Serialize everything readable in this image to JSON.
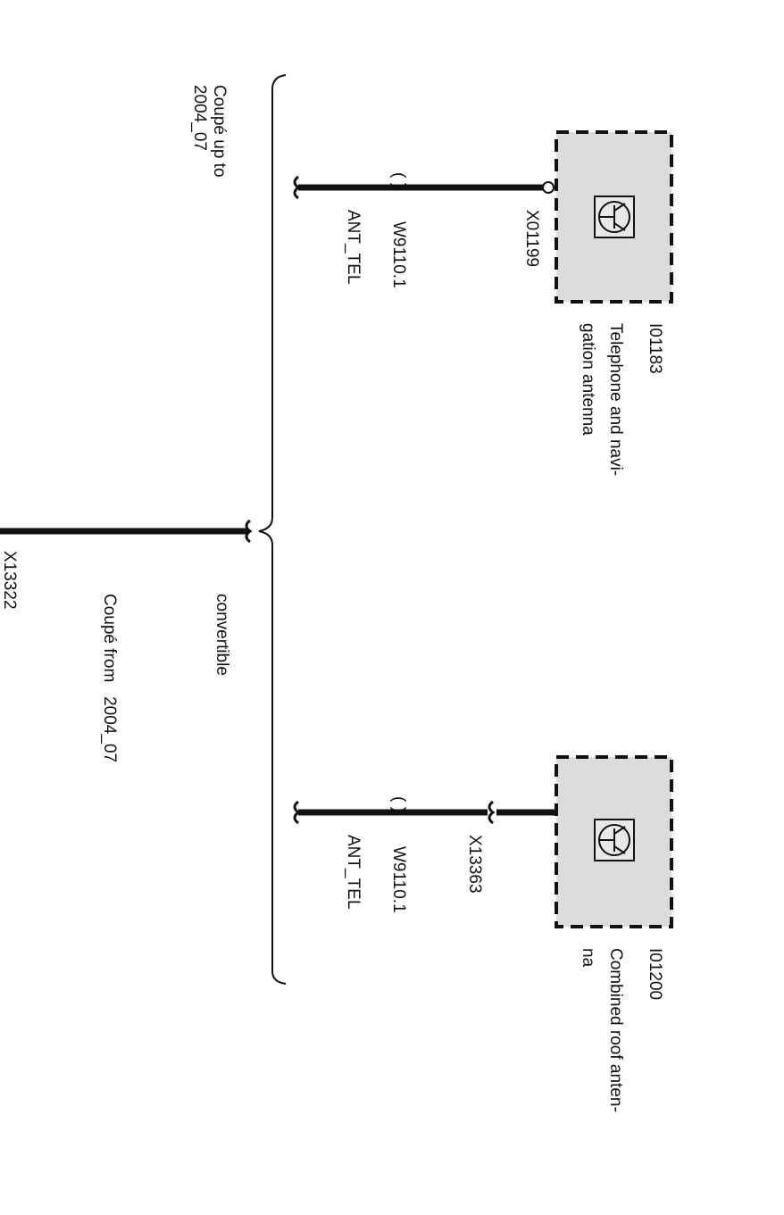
{
  "components": [
    {
      "id": "I01183",
      "name_line1": "Telephone and navi-",
      "name_line2": "gation antenna",
      "connector": "X01199",
      "wire": "W9110.1",
      "signal": "ANT_TEL",
      "brackets": "( )",
      "icon": "antenna-amplifier-icon"
    },
    {
      "id": "I01200",
      "name_line1": "Combined roof anten-",
      "name_line2": "na",
      "connector": "X13363",
      "wire": "W9110.1",
      "signal": "ANT_TEL",
      "brackets": "( )",
      "icon": "antenna-amplifier-icon"
    }
  ],
  "variants": {
    "coupe_up_to_line1": "Coupé up to",
    "coupe_up_to_line2": "2004_07",
    "convertible": "convertible",
    "coupe_from": "Coupé from   2004_07"
  },
  "trunk_connector": "X13322",
  "colors": {
    "box_fill": "#dcdcdc",
    "line": "#111111"
  }
}
